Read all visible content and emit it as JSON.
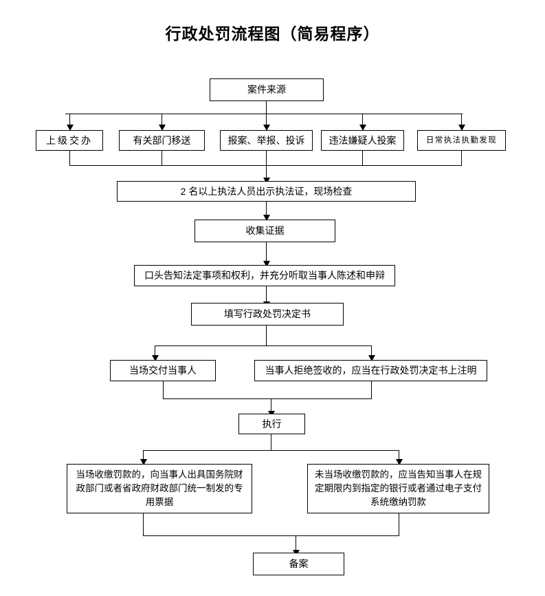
{
  "title": "行政处罚流程图（简易程序）",
  "flowchart": {
    "type": "flowchart",
    "orientation": "top-down",
    "nodes": {
      "case_source": "案件来源",
      "source_1": "上级交办",
      "source_2": "有关部门移送",
      "source_3": "报案、举报、投诉",
      "source_4": "违法嫌疑人投案",
      "source_5": "日常执法执勤发现",
      "show_credentials": "2 名以上执法人员出示执法证，现场检查",
      "collect_evidence": "收集证据",
      "oral_notice": "口头告知法定事项和权利，并充分听取当事人陈述和申辩",
      "fill_decision": "填写行政处罚决定书",
      "deliver_onsite": "当场交付当事人",
      "refuse_sign": "当事人拒绝签收的，应当在行政处罚决定书上注明",
      "execute": "执行",
      "collect_onsite": "当场收缴罚款的，向当事人出具国务院财政部门或者省政府财政部门统一制发的专用票据",
      "not_collect_onsite": "未当场收缴罚款的，应当告知当事人在规定期限内到指定的银行或者通过电子支付系统缴纳罚款",
      "record": "备案"
    },
    "edges": [
      {
        "from": "case_source",
        "to": "source_1"
      },
      {
        "from": "case_source",
        "to": "source_2"
      },
      {
        "from": "case_source",
        "to": "source_3"
      },
      {
        "from": "case_source",
        "to": "source_4"
      },
      {
        "from": "case_source",
        "to": "source_5"
      },
      {
        "from": "source_1",
        "to": "show_credentials"
      },
      {
        "from": "source_2",
        "to": "show_credentials"
      },
      {
        "from": "source_3",
        "to": "show_credentials"
      },
      {
        "from": "source_4",
        "to": "show_credentials"
      },
      {
        "from": "source_5",
        "to": "show_credentials"
      },
      {
        "from": "show_credentials",
        "to": "collect_evidence"
      },
      {
        "from": "collect_evidence",
        "to": "oral_notice"
      },
      {
        "from": "oral_notice",
        "to": "fill_decision"
      },
      {
        "from": "fill_decision",
        "to": "deliver_onsite"
      },
      {
        "from": "fill_decision",
        "to": "refuse_sign"
      },
      {
        "from": "deliver_onsite",
        "to": "execute"
      },
      {
        "from": "refuse_sign",
        "to": "execute"
      },
      {
        "from": "execute",
        "to": "collect_onsite"
      },
      {
        "from": "execute",
        "to": "not_collect_onsite"
      },
      {
        "from": "collect_onsite",
        "to": "record"
      },
      {
        "from": "not_collect_onsite",
        "to": "record"
      }
    ],
    "colors": {
      "border": "#000000",
      "background": "#ffffff",
      "text": "#000000"
    }
  }
}
